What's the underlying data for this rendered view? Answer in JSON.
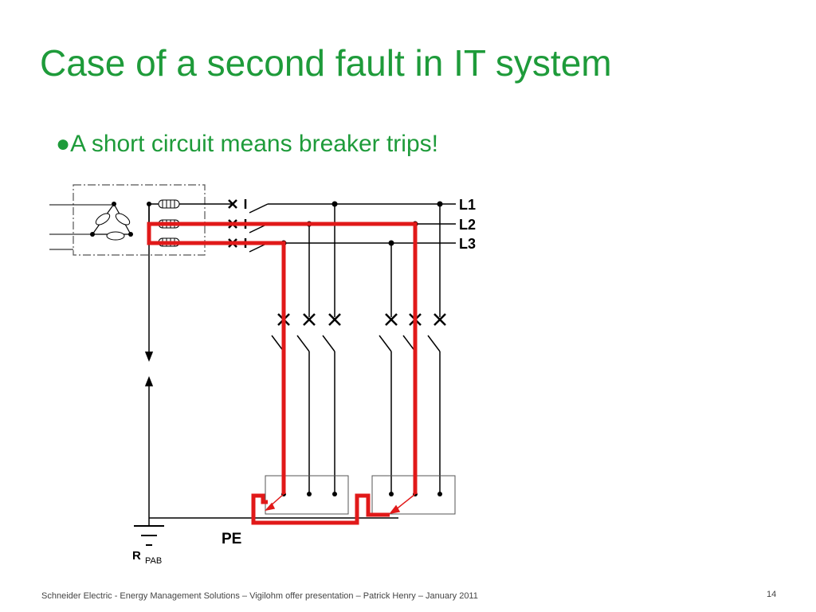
{
  "slide": {
    "title": "Case of a second fault in IT system",
    "bullet_symbol": "●",
    "bullet_text": "A short circuit means breaker trips!",
    "footer": "Schneider Electric - Energy Management Solutions – Vigilohm offer presentation – Patrick Henry – January 2011",
    "page_number": "14"
  },
  "diagram": {
    "phase_labels": [
      "L1",
      "L2",
      "L3"
    ],
    "pe_label": "PE",
    "resistor_label": "R",
    "resistor_subscript": "PAB",
    "colors": {
      "wire": "#000000",
      "fault_path": "#e11919",
      "title": "#1e9b3a",
      "enclosure": "#888888"
    }
  }
}
